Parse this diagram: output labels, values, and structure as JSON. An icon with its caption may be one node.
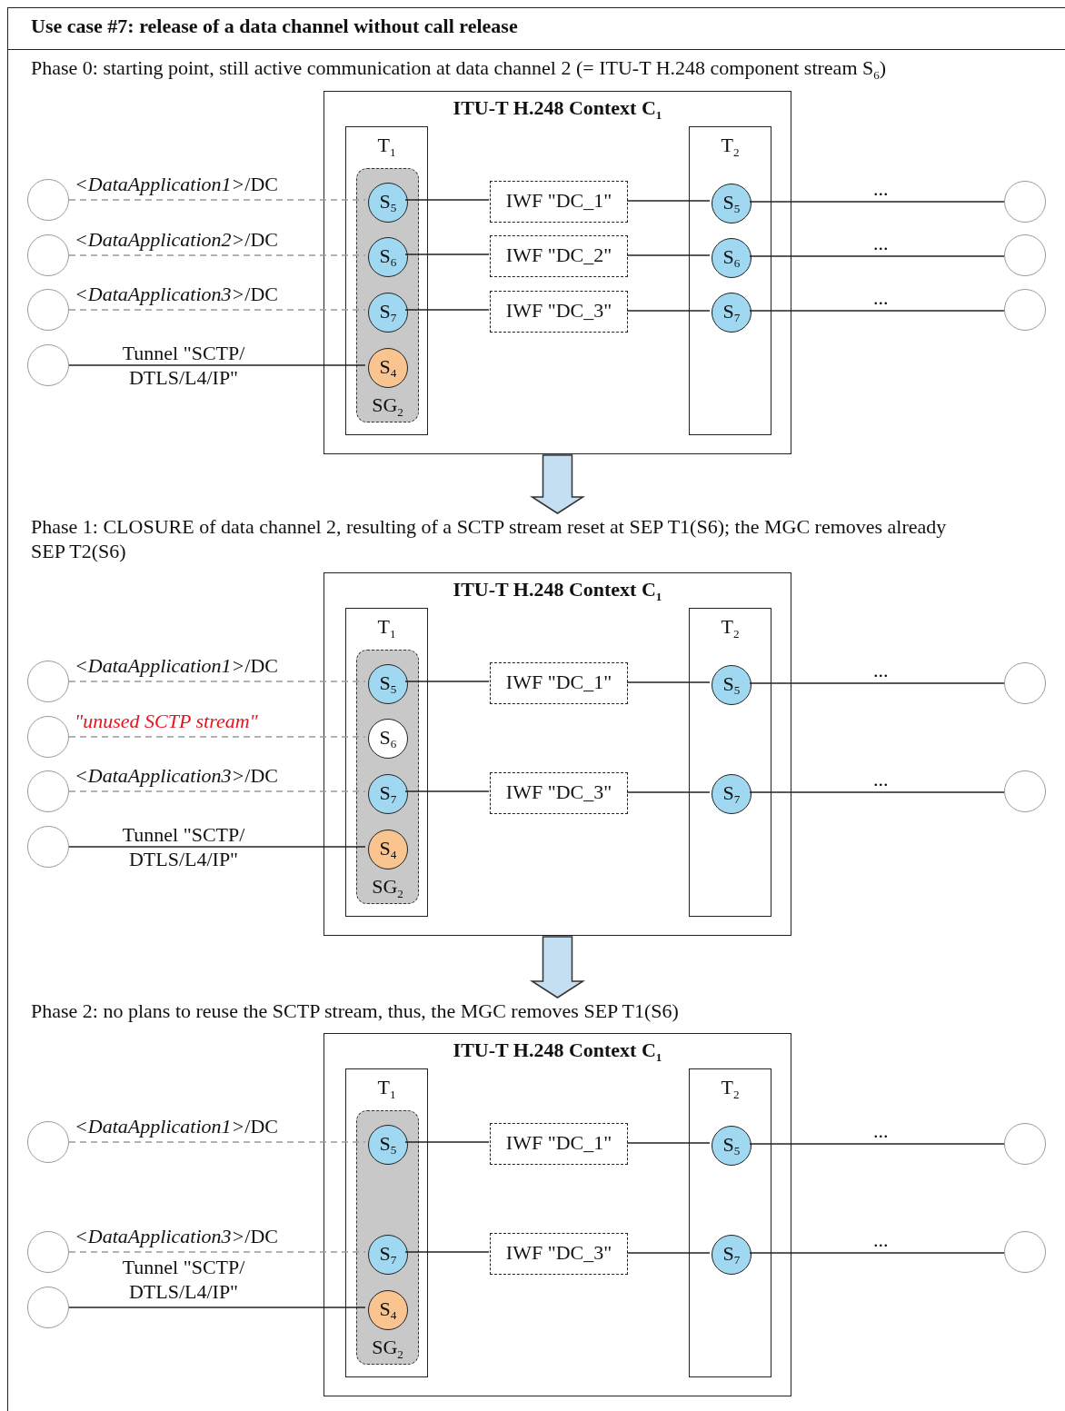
{
  "diagram": {
    "title": "Use case #7: release of a data channel without call release",
    "nodes": [
      {
        "text": [
          "ITU-T H.248 Context C$_{1}$"
        ]
      },
      {
        "text": [
          "T$_{1}$"
        ],
        "in": 0
      },
      {
        "text": [
          "SG$_{2}$"
        ],
        "in": 1
      },
      {
        "text": [
          "S$_{5}$"
        ],
        "in": 2
      },
      {
        "text": [
          "S$_{6}$"
        ],
        "in": 2
      },
      {
        "text": [
          "S$_{7}$"
        ],
        "in": 2
      },
      {
        "text": [
          "S$_{4}$"
        ],
        "in": 2
      },
      {
        "text": [
          "IWF \"DC_1\""
        ],
        "in": 0
      },
      {
        "text": [
          "IWF \"DC_2\""
        ],
        "in": 0
      },
      {
        "text": [
          "IWF \"DC_3\""
        ],
        "in": 0
      },
      {
        "text": [
          "T$_{2}$"
        ],
        "in": 0
      },
      {
        "text": [
          "S$_{5}$"
        ],
        "in": 10
      },
      {
        "text": [
          "S$_{6}$"
        ],
        "in": 10
      },
      {
        "text": [
          "S$_{7}$"
        ],
        "in": 10
      },
      {
        "text": [],
        "shape": "circle"
      },
      {
        "text": [],
        "shape": "circle"
      },
      {
        "text": [],
        "shape": "circle"
      },
      {
        "text": [],
        "shape": "circle"
      },
      {
        "text": [],
        "shape": "circle"
      },
      {
        "text": [],
        "shape": "circle"
      },
      {
        "text": [],
        "shape": "circle"
      },
      {
        "text": [
          "Phase 1: CLOSURE of data channel 2, resulting of a SCTP stream reset at SEP T1(S6); the MGC removes already SEP T2(S6)"
        ]
      },
      {
        "text": [
          "ITU-T H.248 Context C$_{1}$"
        ]
      },
      {
        "text": [
          "T$_{1}$"
        ],
        "in": 22
      },
      {
        "text": [
          "SG$_{2}$"
        ],
        "in": 23
      },
      {
        "text": [
          "S$_{5}$"
        ],
        "in": 24
      },
      {
        "text": [
          "S$_{6}$"
        ],
        "in": 24
      },
      {
        "text": [
          "S$_{7}$"
        ],
        "in": 24
      },
      {
        "text": [
          "S$_{4}$"
        ],
        "in": 24
      },
      {
        "text": [
          "IWF \"DC_1\""
        ],
        "in": 22
      },
      {
        "text": [
          "IWF \"DC_3\""
        ],
        "in": 22
      },
      {
        "text": [
          "T$_{2}$"
        ],
        "in": 22
      },
      {
        "text": [
          "S$_{5}$"
        ],
        "in": 31
      },
      {
        "text": [
          "S$_{7}$"
        ],
        "in": 31
      },
      {
        "text": [],
        "shape": "circle"
      },
      {
        "text": [],
        "shape": "circle"
      },
      {
        "text": [],
        "shape": "circle"
      },
      {
        "text": [],
        "shape": "circle"
      },
      {
        "text": [],
        "shape": "circle"
      },
      {
        "text": [],
        "shape": "circle"
      },
      {
        "text": [
          "Phase 2: no plans to reuse the SCTP stream, thus, the MGC removes SEP T1(S6)"
        ]
      },
      {
        "text": [
          "ITU-T H.248 Context C$_{1}$"
        ]
      },
      {
        "text": [
          "T$_{1}$"
        ],
        "in": 41
      },
      {
        "text": [
          "SG$_{2}$"
        ],
        "in": 42
      },
      {
        "text": [
          "S$_{5}$"
        ],
        "in": 43
      },
      {
        "text": [
          "S$_{7}$"
        ],
        "in": 43
      },
      {
        "text": [
          "S$_{4}$"
        ],
        "in": 43
      },
      {
        "text": [
          "IWF \"DC_1\""
        ],
        "in": 41
      },
      {
        "text": [
          "IWF \"DC_3\""
        ],
        "in": 41
      },
      {
        "text": [
          "T$_{2}$"
        ],
        "in": 41
      },
      {
        "text": [
          "S$_{5}$"
        ],
        "in": 49
      },
      {
        "text": [
          "S$_{7}$"
        ],
        "in": 49
      },
      {
        "text": [],
        "shape": "circle"
      },
      {
        "text": [],
        "shape": "circle"
      },
      {
        "text": [],
        "shape": "circle"
      },
      {
        "text": [],
        "shape": "circle"
      },
      {
        "text": [],
        "shape": "circle"
      }
    ],
    "edges": [
      {
        "from": 14,
        "to": 3,
        "arrow": "none",
        "style": "dashed",
        "color": "#999999",
        "label": "*<DataApplication1>*/DC"
      },
      {
        "from": 15,
        "to": 4,
        "arrow": "none",
        "style": "dashed",
        "color": "#999999",
        "label": "*<DataApplication2>*/DC"
      },
      {
        "from": 16,
        "to": 5,
        "arrow": "none",
        "style": "dashed",
        "color": "#999999",
        "label": "*<DataApplication3>*/DC"
      },
      {
        "from": 17,
        "to": 6,
        "arrow": "none",
        "label": "Tunnel \"SCTP/ DTLS/L4/IP\""
      },
      {
        "from": 3,
        "to": 7,
        "arrow": "none"
      },
      {
        "from": 7,
        "to": 11,
        "arrow": "none"
      },
      {
        "from": 11,
        "to": 18,
        "arrow": "none",
        "label": "..."
      },
      {
        "from": 4,
        "to": 8,
        "arrow": "none"
      },
      {
        "from": 8,
        "to": 12,
        "arrow": "none"
      },
      {
        "from": 12,
        "to": 19,
        "arrow": "none",
        "label": "..."
      },
      {
        "from": 5,
        "to": 9,
        "arrow": "none"
      },
      {
        "from": 9,
        "to": 13,
        "arrow": "none"
      },
      {
        "from": 13,
        "to": 20,
        "arrow": "none",
        "label": "..."
      },
      {
        "from": 0,
        "to": 21,
        "arrow": "to"
      },
      {
        "from": 34,
        "to": 25,
        "arrow": "none",
        "style": "dashed",
        "color": "#999999",
        "label": "*<DataApplication1>*/DC"
      },
      {
        "from": 35,
        "to": 26,
        "arrow": "none",
        "style": "dashed",
        "color": "#999999",
        "label": "\"unused SCTP stream\""
      },
      {
        "from": 36,
        "to": 27,
        "arrow": "none",
        "style": "dashed",
        "color": "#999999",
        "label": "*<DataApplication3>*/DC"
      },
      {
        "from": 37,
        "to": 28,
        "arrow": "none",
        "label": "Tunnel \"SCTP/ DTLS/L4/IP\""
      },
      {
        "from": 25,
        "to": 29,
        "arrow": "none"
      },
      {
        "from": 29,
        "to": 32,
        "arrow": "none"
      },
      {
        "from": 32,
        "to": 38,
        "arrow": "none",
        "label": "..."
      },
      {
        "from": 27,
        "to": 30,
        "arrow": "none"
      },
      {
        "from": 30,
        "to": 33,
        "arrow": "none"
      },
      {
        "from": 33,
        "to": 39,
        "arrow": "none",
        "label": "..."
      },
      {
        "from": 22,
        "to": 40,
        "arrow": "to"
      },
      {
        "from": 52,
        "to": 44,
        "arrow": "none",
        "style": "dashed",
        "color": "#999999",
        "label": "*<DataApplication1>*/DC"
      },
      {
        "from": 53,
        "to": 45,
        "arrow": "none",
        "style": "dashed",
        "color": "#999999",
        "label": "*<DataApplication3>*/DC"
      },
      {
        "from": 54,
        "to": 46,
        "arrow": "none",
        "label": "Tunnel \"SCTP/ DTLS/L4/IP\""
      },
      {
        "from": 44,
        "to": 47,
        "arrow": "none"
      },
      {
        "from": 47,
        "to": 50,
        "arrow": "none"
      },
      {
        "from": 50,
        "to": 55,
        "arrow": "none",
        "label": "..."
      },
      {
        "from": 45,
        "to": 48,
        "arrow": "none"
      },
      {
        "from": 48,
        "to": 51,
        "arrow": "none"
      },
      {
        "from": 51,
        "to": 56,
        "arrow": "none",
        "label": "..."
      }
    ],
    "labels": [
      "Phase 0: starting point, still active communication at data channel 2 (= ITU-T H.248 component stream S$_{6}$)"
    ]
  }
}
